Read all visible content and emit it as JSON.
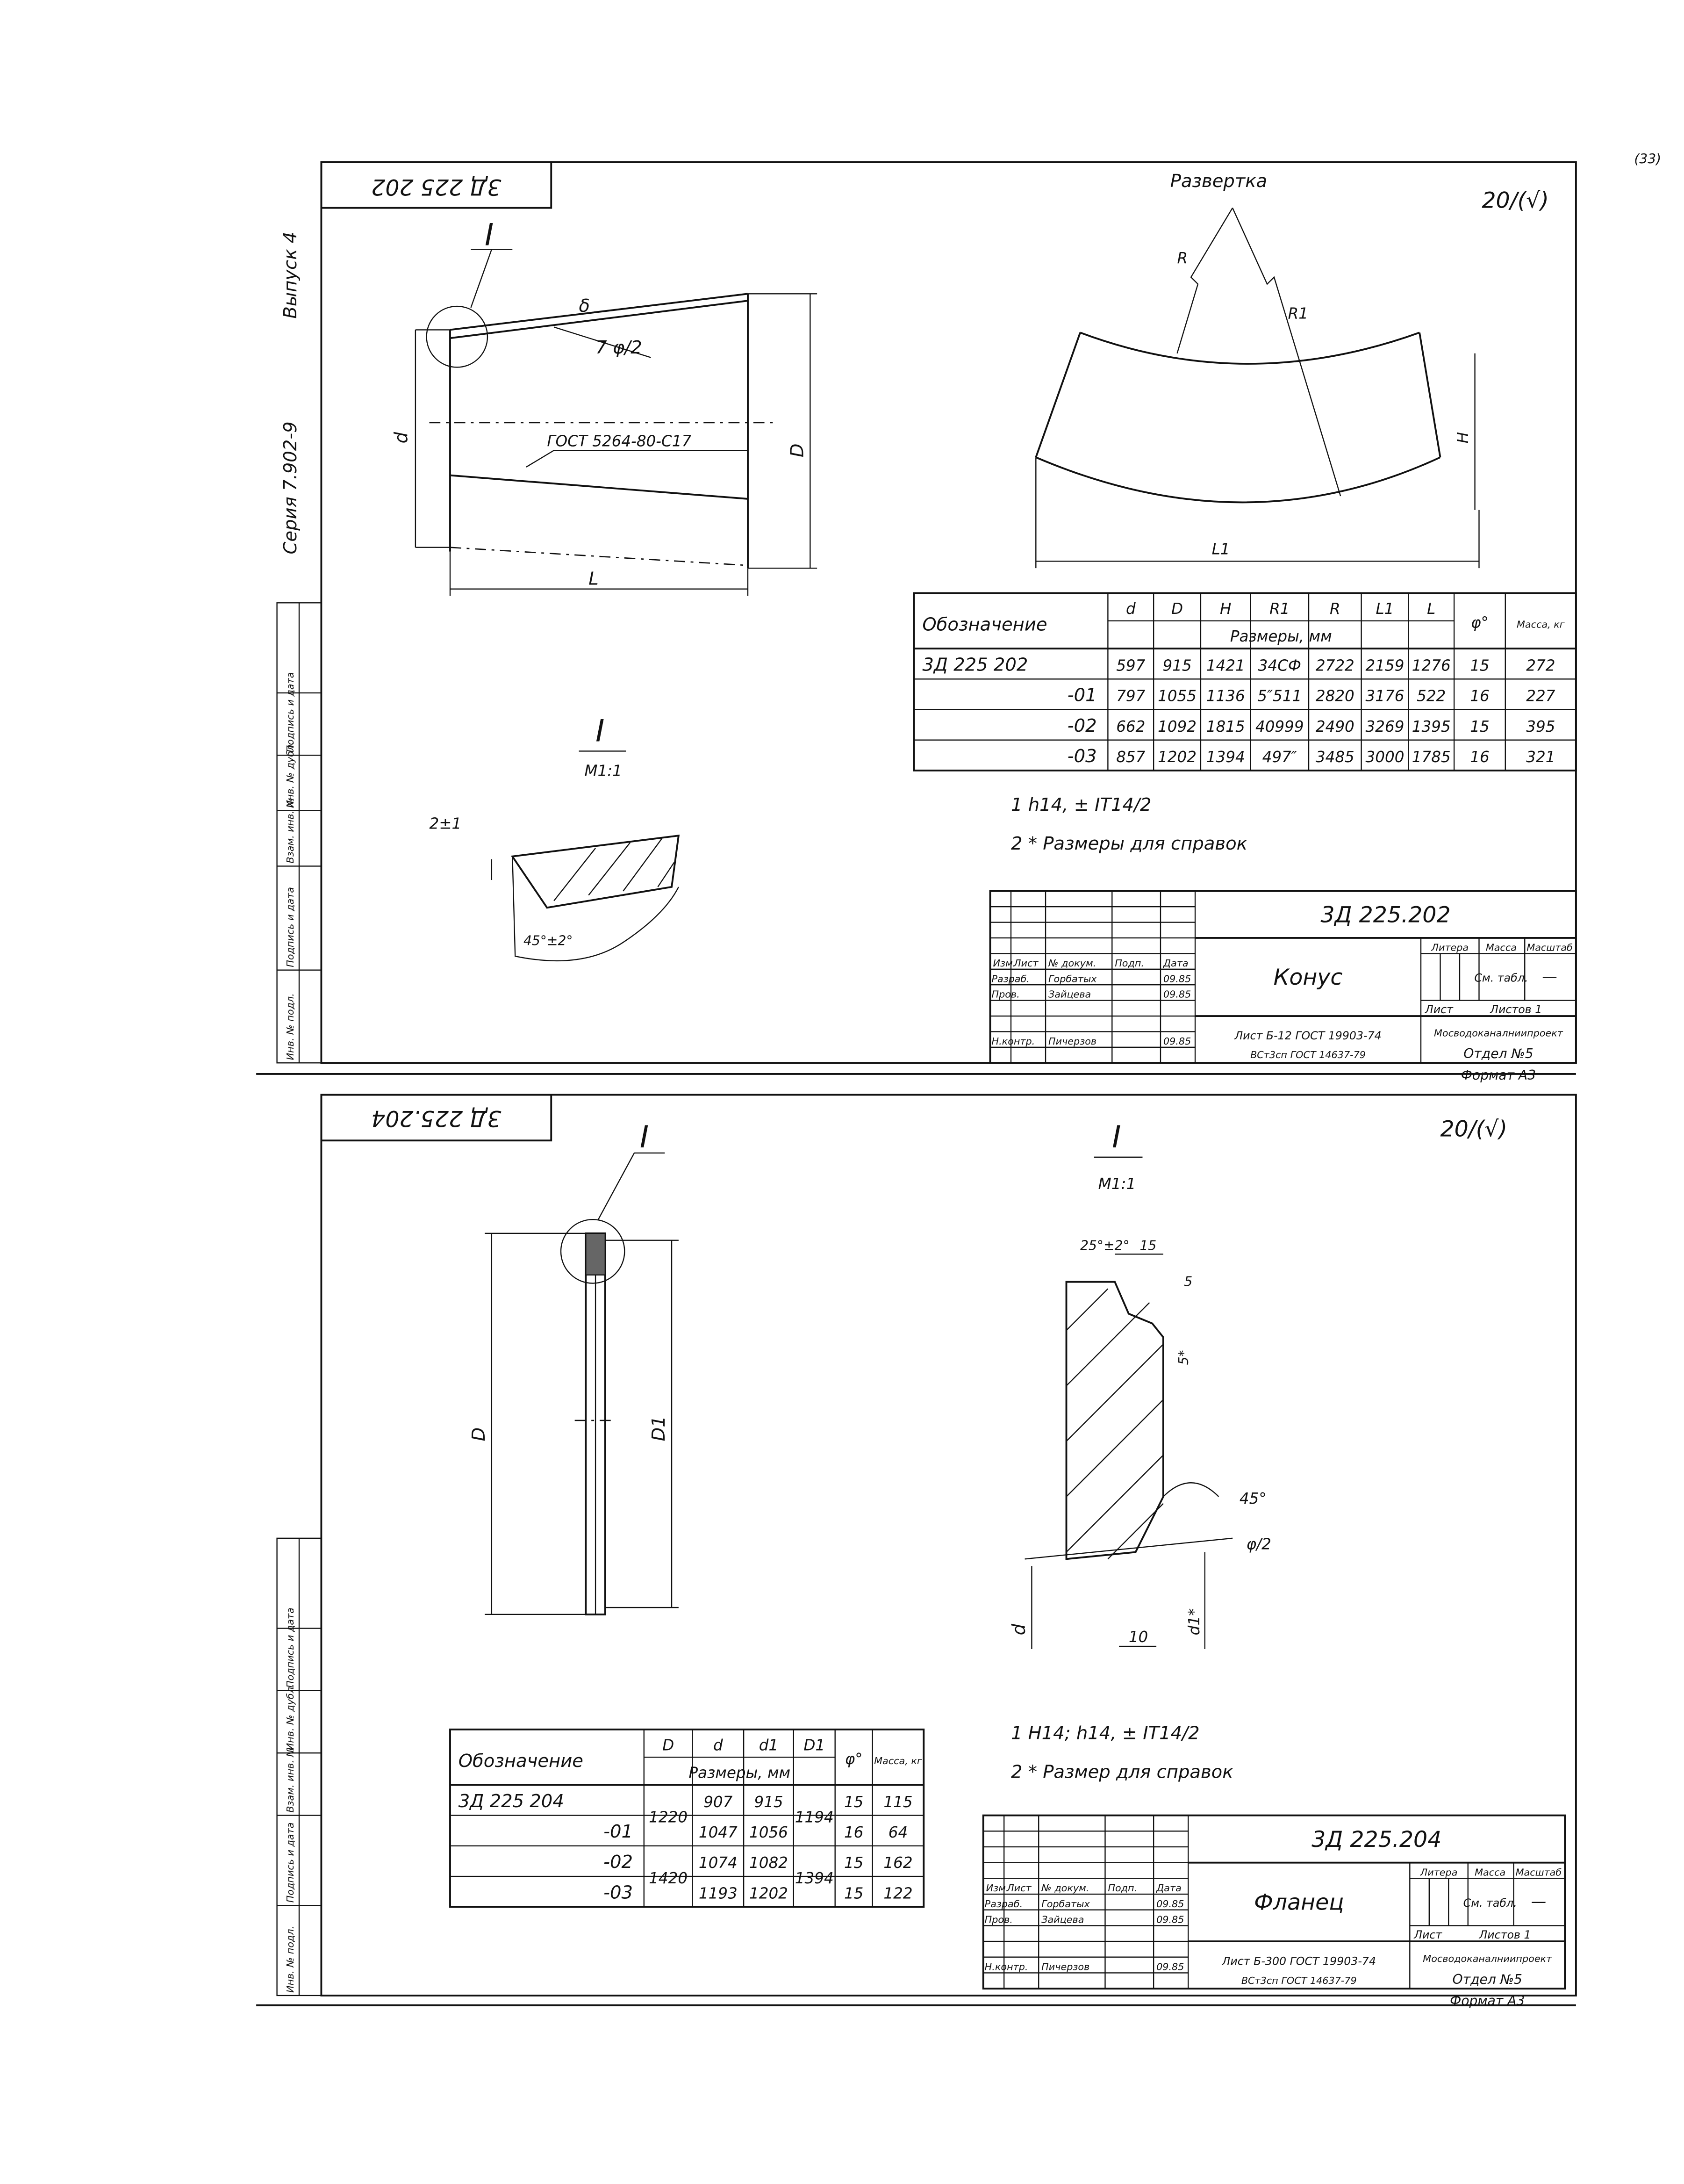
{
  "sheet_number": "(33)",
  "series_label": "Серия 7.902-9",
  "issue_label": "Выпуск 4",
  "margin_stamp_labels": [
    "Инв. № подл.",
    "Подпись и дата",
    "Взам. инв. №",
    "Инв. № дубл.",
    "Подпись и дата"
  ],
  "top": {
    "corner_code": "3Д 225 202",
    "roughness": "20/(√)",
    "detail_marker": "I",
    "weld_symbol": "7 φ/2",
    "weld_standard": "ГОСТ 5264-80-С17",
    "dim_d": "d",
    "dim_D": "D",
    "dim_L": "L",
    "dim_s": "δ",
    "development_title": "Развертка",
    "dev_R": "R",
    "dev_R1": "R1",
    "dev_H": "H",
    "dev_L1": "L1",
    "detail_title": "I",
    "detail_scale": "М1:1",
    "detail_gap": "2±1",
    "detail_angle": "45°±2°",
    "table": {
      "header_designation": "Обозначение",
      "header_symbols": [
        "d",
        "D",
        "H",
        "R1",
        "R",
        "L1",
        "L"
      ],
      "header_phi": "φ°",
      "header_mass": "Масса, кг",
      "header_units": "Размеры, мм",
      "rows": [
        [
          "3Д 225 202",
          "597",
          "915",
          "1421",
          "34СФ",
          "2722",
          "2159",
          "1276",
          "15",
          "272"
        ],
        [
          "-01",
          "797",
          "1055",
          "1136",
          "5″511",
          "2820",
          "3176",
          "522",
          "16",
          "227"
        ],
        [
          "-02",
          "662",
          "1092",
          "1815",
          "40999",
          "2490",
          "3269",
          "1395",
          "15",
          "395"
        ],
        [
          "-03",
          "857",
          "1202",
          "1394",
          "497″",
          "3485",
          "3000",
          "1785",
          "16",
          "321"
        ]
      ]
    },
    "notes": [
      "1 h14, ± IT14/2",
      "2 * Размеры для справок"
    ],
    "title_block": {
      "code": "3Д 225.202",
      "name": "Конус",
      "col_headers": [
        "Изм.",
        "Лист",
        "№ докум.",
        "Подп.",
        "Дата"
      ],
      "people": [
        [
          "Разраб.",
          "Горбатых",
          "",
          "09.85"
        ],
        [
          "Пров.",
          "Зайцева",
          "",
          "09.85"
        ],
        [
          "Н.контр.",
          "Пичерзов",
          "",
          "09.85"
        ]
      ],
      "litera": "Литера",
      "mass": "Масса",
      "scale": "Масштаб",
      "mass_value": "См. табл.",
      "scale_value": "—",
      "sheet": "Лист",
      "sheets": "Листов 1",
      "material_1": "Лист Б-12 ГОСТ 19903-74",
      "material_2": "ВСт3сп ГОСТ 14637-79",
      "org_1": "Мосводоканалниипроект",
      "org_2": "Отдел №5",
      "format": "Формат А3"
    }
  },
  "bottom": {
    "corner_code": "3Д 225.204",
    "roughness": "20/(√)",
    "detail_marker": "I",
    "dim_D": "D",
    "dim_D1": "D1",
    "detail_title": "I",
    "detail_scale": "М1:1",
    "detail_angle_1": "25°±2°",
    "detail_dim_15": "15",
    "detail_dim_5a": "5",
    "detail_dim_5b": "5*",
    "detail_angle_2": "45°",
    "detail_phi": "φ/2",
    "detail_dim_10": "10",
    "detail_d": "d",
    "detail_d1": "d1*",
    "table": {
      "header_designation": "Обозначение",
      "header_symbols": [
        "D",
        "d",
        "d1",
        "D1"
      ],
      "header_phi": "φ°",
      "header_mass": "Масса, кг",
      "header_units": "Размеры, мм",
      "rows": [
        [
          "3Д 225 204",
          "1220",
          "907",
          "915",
          "1194",
          "15",
          "115"
        ],
        [
          "-01",
          "",
          "1047",
          "1056",
          "",
          "16",
          "64"
        ],
        [
          "-02",
          "1420",
          "1074",
          "1082",
          "1394",
          "15",
          "162"
        ],
        [
          "-03",
          "",
          "1193",
          "1202",
          "",
          "15",
          "122"
        ]
      ]
    },
    "notes": [
      "1 H14; h14, ± IT14/2",
      "2 * Размер для справок"
    ],
    "title_block": {
      "code": "3Д 225.204",
      "name": "Фланец",
      "col_headers": [
        "Изм.",
        "Лист",
        "№ докум.",
        "Подп.",
        "Дата"
      ],
      "people": [
        [
          "Разраб.",
          "Горбатых",
          "",
          "09.85"
        ],
        [
          "Пров.",
          "Зайцева",
          "",
          "09.85"
        ],
        [
          "Н.контр.",
          "Пичерзов",
          "",
          "09.85"
        ]
      ],
      "litera": "Литера",
      "mass": "Масса",
      "scale": "Масштаб",
      "mass_value": "См. табл.",
      "scale_value": "—",
      "sheet": "Лист",
      "sheets": "Листов 1",
      "material_1": "Лист Б-300 ГОСТ 19903-74",
      "material_2": "ВСт3сп ГОСТ 14637-79",
      "org_1": "Мосводоканалниипроект",
      "org_2": "Отдел №5",
      "format": "Формат А3"
    }
  }
}
